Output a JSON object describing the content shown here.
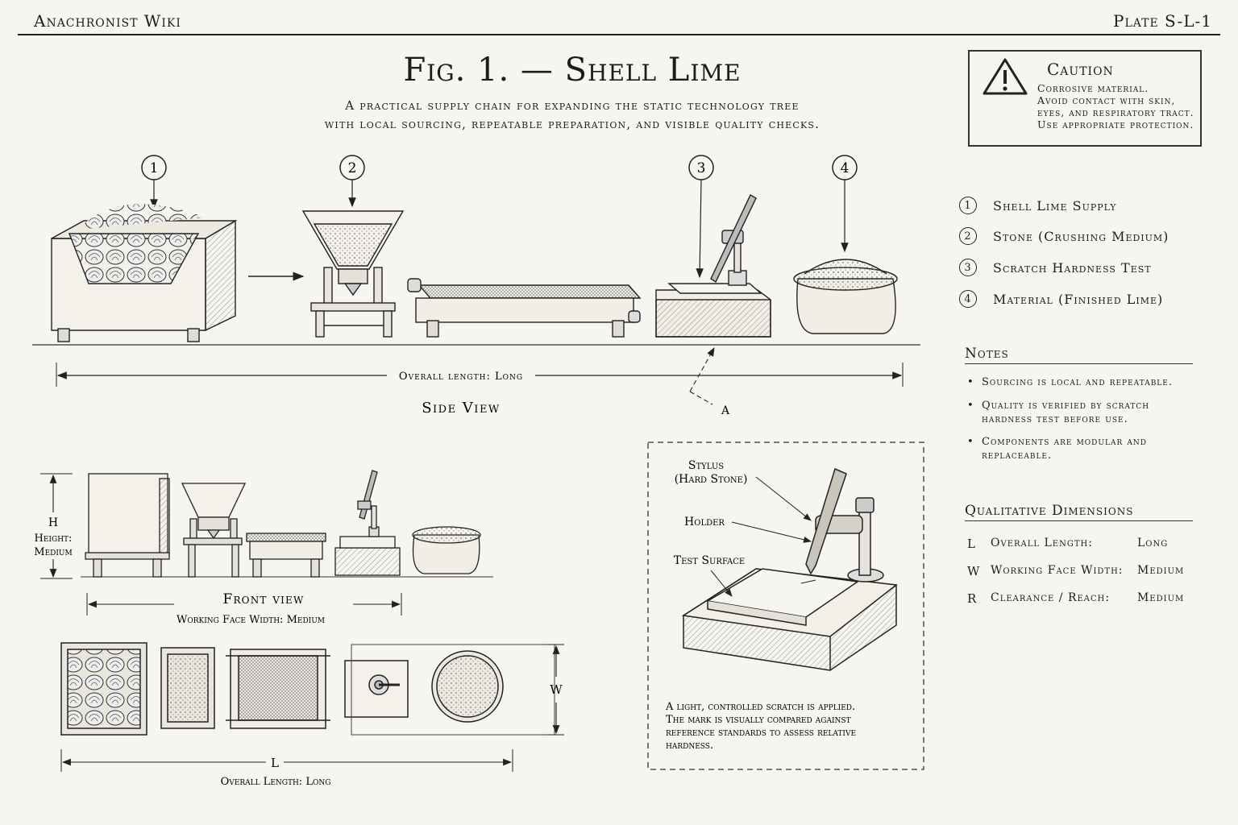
{
  "header": {
    "site": "Anachronist Wiki",
    "plate": "Plate S-L-1"
  },
  "title": "Fig. 1. — Shell Lime",
  "subtitle_lines": [
    "A practical supply chain for expanding the static technology tree",
    "with local sourcing, repeatable preparation, and visible quality checks."
  ],
  "caution": {
    "title": "Caution",
    "lines": [
      "Corrosive material.",
      "Avoid contact with skin,",
      "eyes, and respiratory tract.",
      "Use appropriate protection."
    ]
  },
  "callouts": [
    "1",
    "2",
    "3",
    "4"
  ],
  "legend": [
    {
      "num": "1",
      "label": "Shell Lime Supply"
    },
    {
      "num": "2",
      "label": "Stone (Crushing Medium)"
    },
    {
      "num": "3",
      "label": "Scratch Hardness Test"
    },
    {
      "num": "4",
      "label": "Material (Finished Lime)"
    }
  ],
  "notes": {
    "heading": "Notes",
    "items": [
      "Sourcing is local and repeatable.",
      "Quality is verified by scratch hardness test before use.",
      "Components are modular and replaceable."
    ]
  },
  "dimensions": {
    "heading": "Qualitative Dimensions",
    "rows": [
      {
        "key": "L",
        "label": "Overall Length:",
        "value": "Long"
      },
      {
        "key": "W",
        "label": "Working Face Width:",
        "value": "Medium"
      },
      {
        "key": "R",
        "label": "Clearance / Reach:",
        "value": "Medium"
      }
    ]
  },
  "side_view": {
    "overall_length": "Overall length: Long",
    "label": "Side View",
    "detail_marker": "A"
  },
  "front_view": {
    "label": "Front view",
    "width_caption": "Working Face Width: Medium",
    "height_letter": "H",
    "height_caption_1": "Height:",
    "height_caption_2": "Medium"
  },
  "top_view": {
    "w_letter": "W",
    "l_letter": "L",
    "length_caption": "Overall Length: Long"
  },
  "detail": {
    "stylus_1": "Stylus",
    "stylus_2": "(Hard Stone)",
    "holder": "Holder",
    "test_surface": "Test Surface",
    "caption_lines": [
      "A light, controlled scratch is applied.",
      "The mark is visually compared against",
      "reference standards to assess relative",
      "hardness."
    ]
  }
}
